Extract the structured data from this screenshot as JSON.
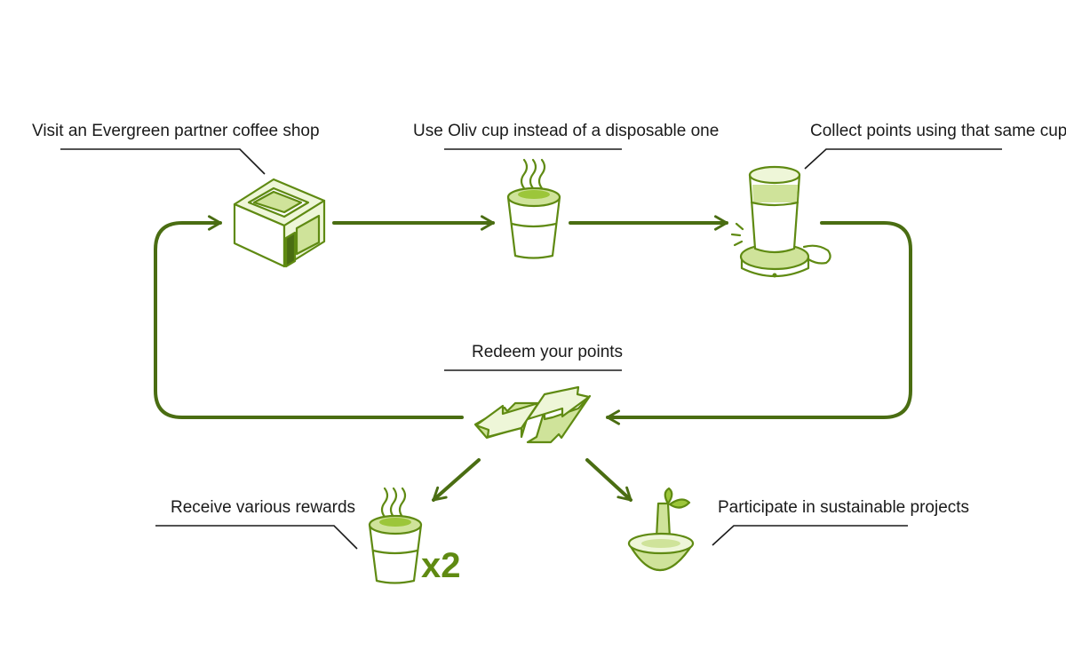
{
  "steps": {
    "visit": {
      "label": "Visit an Evergreen partner coffee shop",
      "icon": "coffee-shop-icon"
    },
    "use_cup": {
      "label": "Use Oliv cup instead of a disposable one",
      "icon": "steaming-cup-icon"
    },
    "collect": {
      "label": "Collect points using that same cup",
      "icon": "cup-on-reader-icon"
    },
    "redeem": {
      "label": "Redeem your points",
      "icon": "exchange-arrows-icon"
    },
    "rewards": {
      "label": "Receive various rewards",
      "icon": "double-cup-icon",
      "multiplier": "x2"
    },
    "projects": {
      "label": "Participate in sustainable projects",
      "icon": "sprout-bowl-icon"
    }
  },
  "colors": {
    "flow_line": "#4a6d12",
    "icon_stroke": "#5f8a12",
    "light_fill": "#eef6d8",
    "mid_fill": "#cfe39a",
    "accent_fill": "#9cc63a",
    "text": "#1a1a1a"
  }
}
